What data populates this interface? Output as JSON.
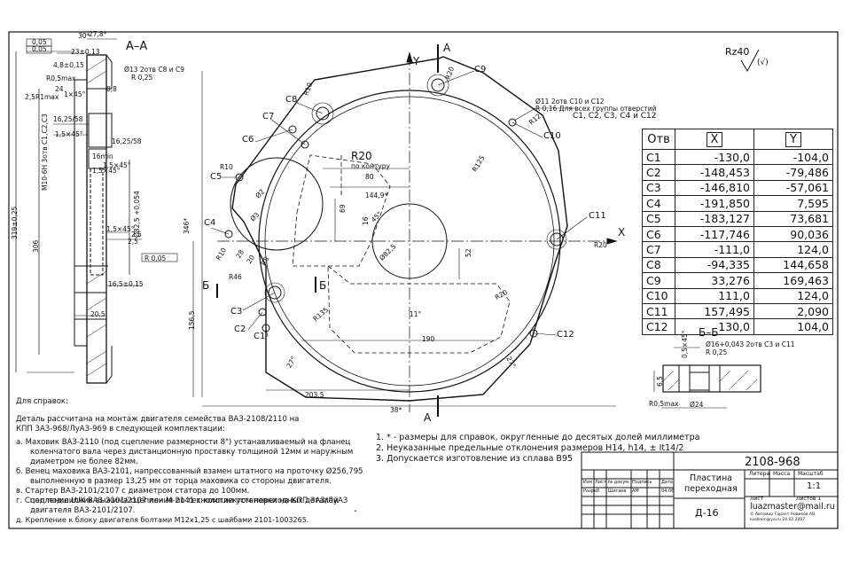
{
  "section_aa": {
    "title": "А–А",
    "dims": [
      "27,8*",
      "23±0,13",
      "0,05",
      "0,05",
      "4,8±0,15",
      "R0,5max",
      "24",
      "1×45°",
      "2,5",
      "R1max",
      "0,8",
      "16,25/58",
      "1,5×45°",
      "16min",
      "M10-6H 3отв C1,C2,C3",
      "1,5×45°",
      "2,5",
      "R 0,05",
      "Ø82,5 +0,054",
      "1,5×45°",
      "2,5",
      "16,5±0,15",
      "20,5",
      "306",
      "319±0,25",
      "30*",
      "1,5×45°",
      "16,25/58"
    ],
    "hole_note": "Ø13 2отв C8 и C9",
    "hole_tol": "R 0,25"
  },
  "main_view": {
    "axis_y": "Y",
    "axis_x": "X",
    "points": [
      "C1",
      "C2",
      "C3",
      "C4",
      "C5",
      "C6",
      "C7",
      "C8",
      "C9",
      "C10",
      "C11",
      "C12"
    ],
    "dims": [
      "R20",
      "по контуру",
      "80",
      "144,9*",
      "69",
      "16",
      "45°",
      "Ø82,5",
      "52",
      "R20",
      "R125",
      "R46",
      "28",
      "20",
      "R10",
      "R8",
      "R10",
      "R20",
      "R135",
      "11°",
      "190",
      "Ø2",
      "Ø3",
      "27°",
      "27°",
      "203,5",
      "38*",
      "346*",
      "156,5",
      "R12",
      "R20",
      "R10"
    ],
    "section_a": "А",
    "section_b": "Б",
    "holes_note": "Ø11 2отв C10 и C12",
    "holes_tol": "R 0,16 Для всех группы отверстий",
    "holes_list": "C1, C2, C3, C4 и C12"
  },
  "roughness": "Rz40",
  "roughness_sub": "(√)",
  "coord_table": {
    "headers": [
      "Отв",
      "X",
      "Y"
    ],
    "rows": [
      [
        "C1",
        "-130,0",
        "-104,0"
      ],
      [
        "C2",
        "-148,453",
        "-79,486"
      ],
      [
        "C3",
        "-146,810",
        "-57,061"
      ],
      [
        "C4",
        "-191,850",
        "7,595"
      ],
      [
        "C5",
        "-183,127",
        "73,681"
      ],
      [
        "C6",
        "-117,746",
        "90,036"
      ],
      [
        "C7",
        "-111,0",
        "124,0"
      ],
      [
        "C8",
        "-94,335",
        "144,658"
      ],
      [
        "C9",
        "33,276",
        "169,463"
      ],
      [
        "C10",
        "111,0",
        "124,0"
      ],
      [
        "C11",
        "157,495",
        "2,090"
      ],
      [
        "C12",
        "130,0",
        "104,0"
      ]
    ]
  },
  "section_bb": {
    "title": "Б–Б",
    "hole_note": "Ø16+0,043 2отв C3 и C11",
    "hole_tol": "R 0,25",
    "dims": [
      "0,5×45°",
      "6,5",
      "R0,5max",
      "Ø24"
    ]
  },
  "notes_left": {
    "header": "Для справок:",
    "lines": [
      "Деталь рассчитана на монтаж двигателя семейства ВАЗ-2108/2110 на",
      "КПП ЗАЗ-968/ЛуАЗ-969 в следующей комплектации:",
      "а. Маховик ВАЗ-2110 (под сцепление размерности 8\") устанавливаемый на фланец",
      "коленчатого вала через дистанционную проставку толщиной 12мм и наружным",
      "диаметром не более 82мм.",
      "б. Венец маховика ВАЗ-2101, напрессованный взамен штатного на проточку Ø256,795",
      "выполненную в размер 13,25 мм от торца маховика со стороны двигателя.",
      "в. Стартер ВАЗ-2101/2107 с диаметром статора до 100мм.",
      "г. Сцепление LUK ВАЗ-2101/2107 или М-2141 с комплектом переходных деталей",
      "под подшипник выжима сцепления по технологии установки на КПП ЗАЗ/ЛуАЗ",
      "двигателя ВАЗ-2101/2107.",
      "д. Крепление к блоку двигателя болтами М12х1,25 с шайбами 2101-1003265."
    ]
  },
  "notes_right": [
    "1. * - размеры для справок, округленные до десятых долей миллиметра",
    "2. Неуказанные предельные отклонения размеров H14, h14, ± It14/2",
    "3. Допускается изготовление из сплава В95"
  ],
  "title_block": {
    "designation": "2108-968",
    "name_line1": "Пластина",
    "name_line2": "переходная",
    "material": "Д-16",
    "col_headers": [
      "Литера",
      "Масса",
      "Масштаб"
    ],
    "scale": "1:1",
    "sheet": "Лист",
    "sheets": "Листов 1",
    "email": "luazmaster@mail.ru",
    "small_text": "© Автомир Гарант Новиков АВ, luazkom@ya.ru 24.02.2007",
    "left_headers_row1": [
      "Изм",
      "Лист",
      "№ докум.",
      "Подпись",
      "Дата"
    ],
    "left_headers_row2": [
      "Разраб",
      "Шигаев",
      "АМ",
      "",
      "04.06"
    ]
  },
  "page_mark": "."
}
